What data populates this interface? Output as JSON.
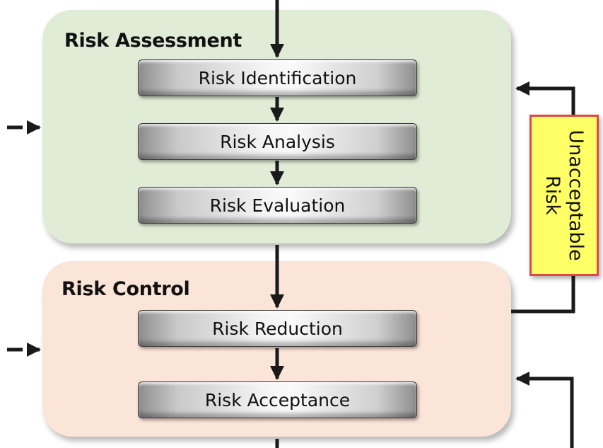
{
  "risk_assessment": {
    "title": "Risk Assessment",
    "steps": [
      "Risk Identification",
      "Risk Analysis",
      "Risk Evaluation"
    ]
  },
  "risk_control": {
    "title": "Risk Control",
    "steps": [
      "Risk Reduction",
      "Risk Acceptance"
    ]
  },
  "feedback": {
    "label": "Unacceptable Risk"
  },
  "colors": {
    "assessment_panel": "#e0ecd6",
    "control_panel": "#fbe4d8",
    "feedback_box_fill": "#ffff66",
    "feedback_box_border": "#e04646",
    "arrows": "#1a1a1a"
  }
}
